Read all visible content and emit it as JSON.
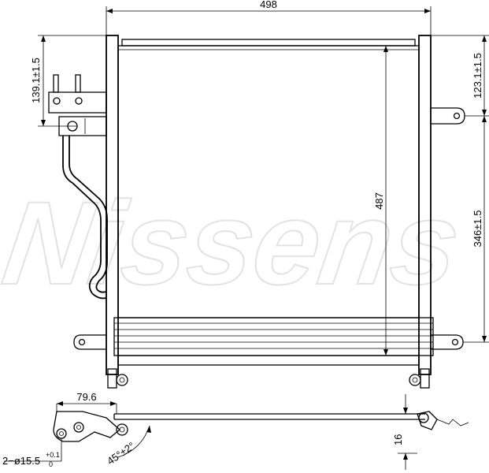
{
  "watermark": "Nissens",
  "dimensions": {
    "overall_width": "498",
    "core_height": "487",
    "pipe_height": "139.1±1.5",
    "upper_bracket_height": "123.1±1.5",
    "lower_bracket_height": "346±1.5",
    "pipe_offset": "79.6",
    "hole_diameter": "2−ø15.5",
    "hole_tol_upper": "+0.1",
    "hole_tol_lower": "0",
    "angle": "45°±2°",
    "depth": "16"
  }
}
